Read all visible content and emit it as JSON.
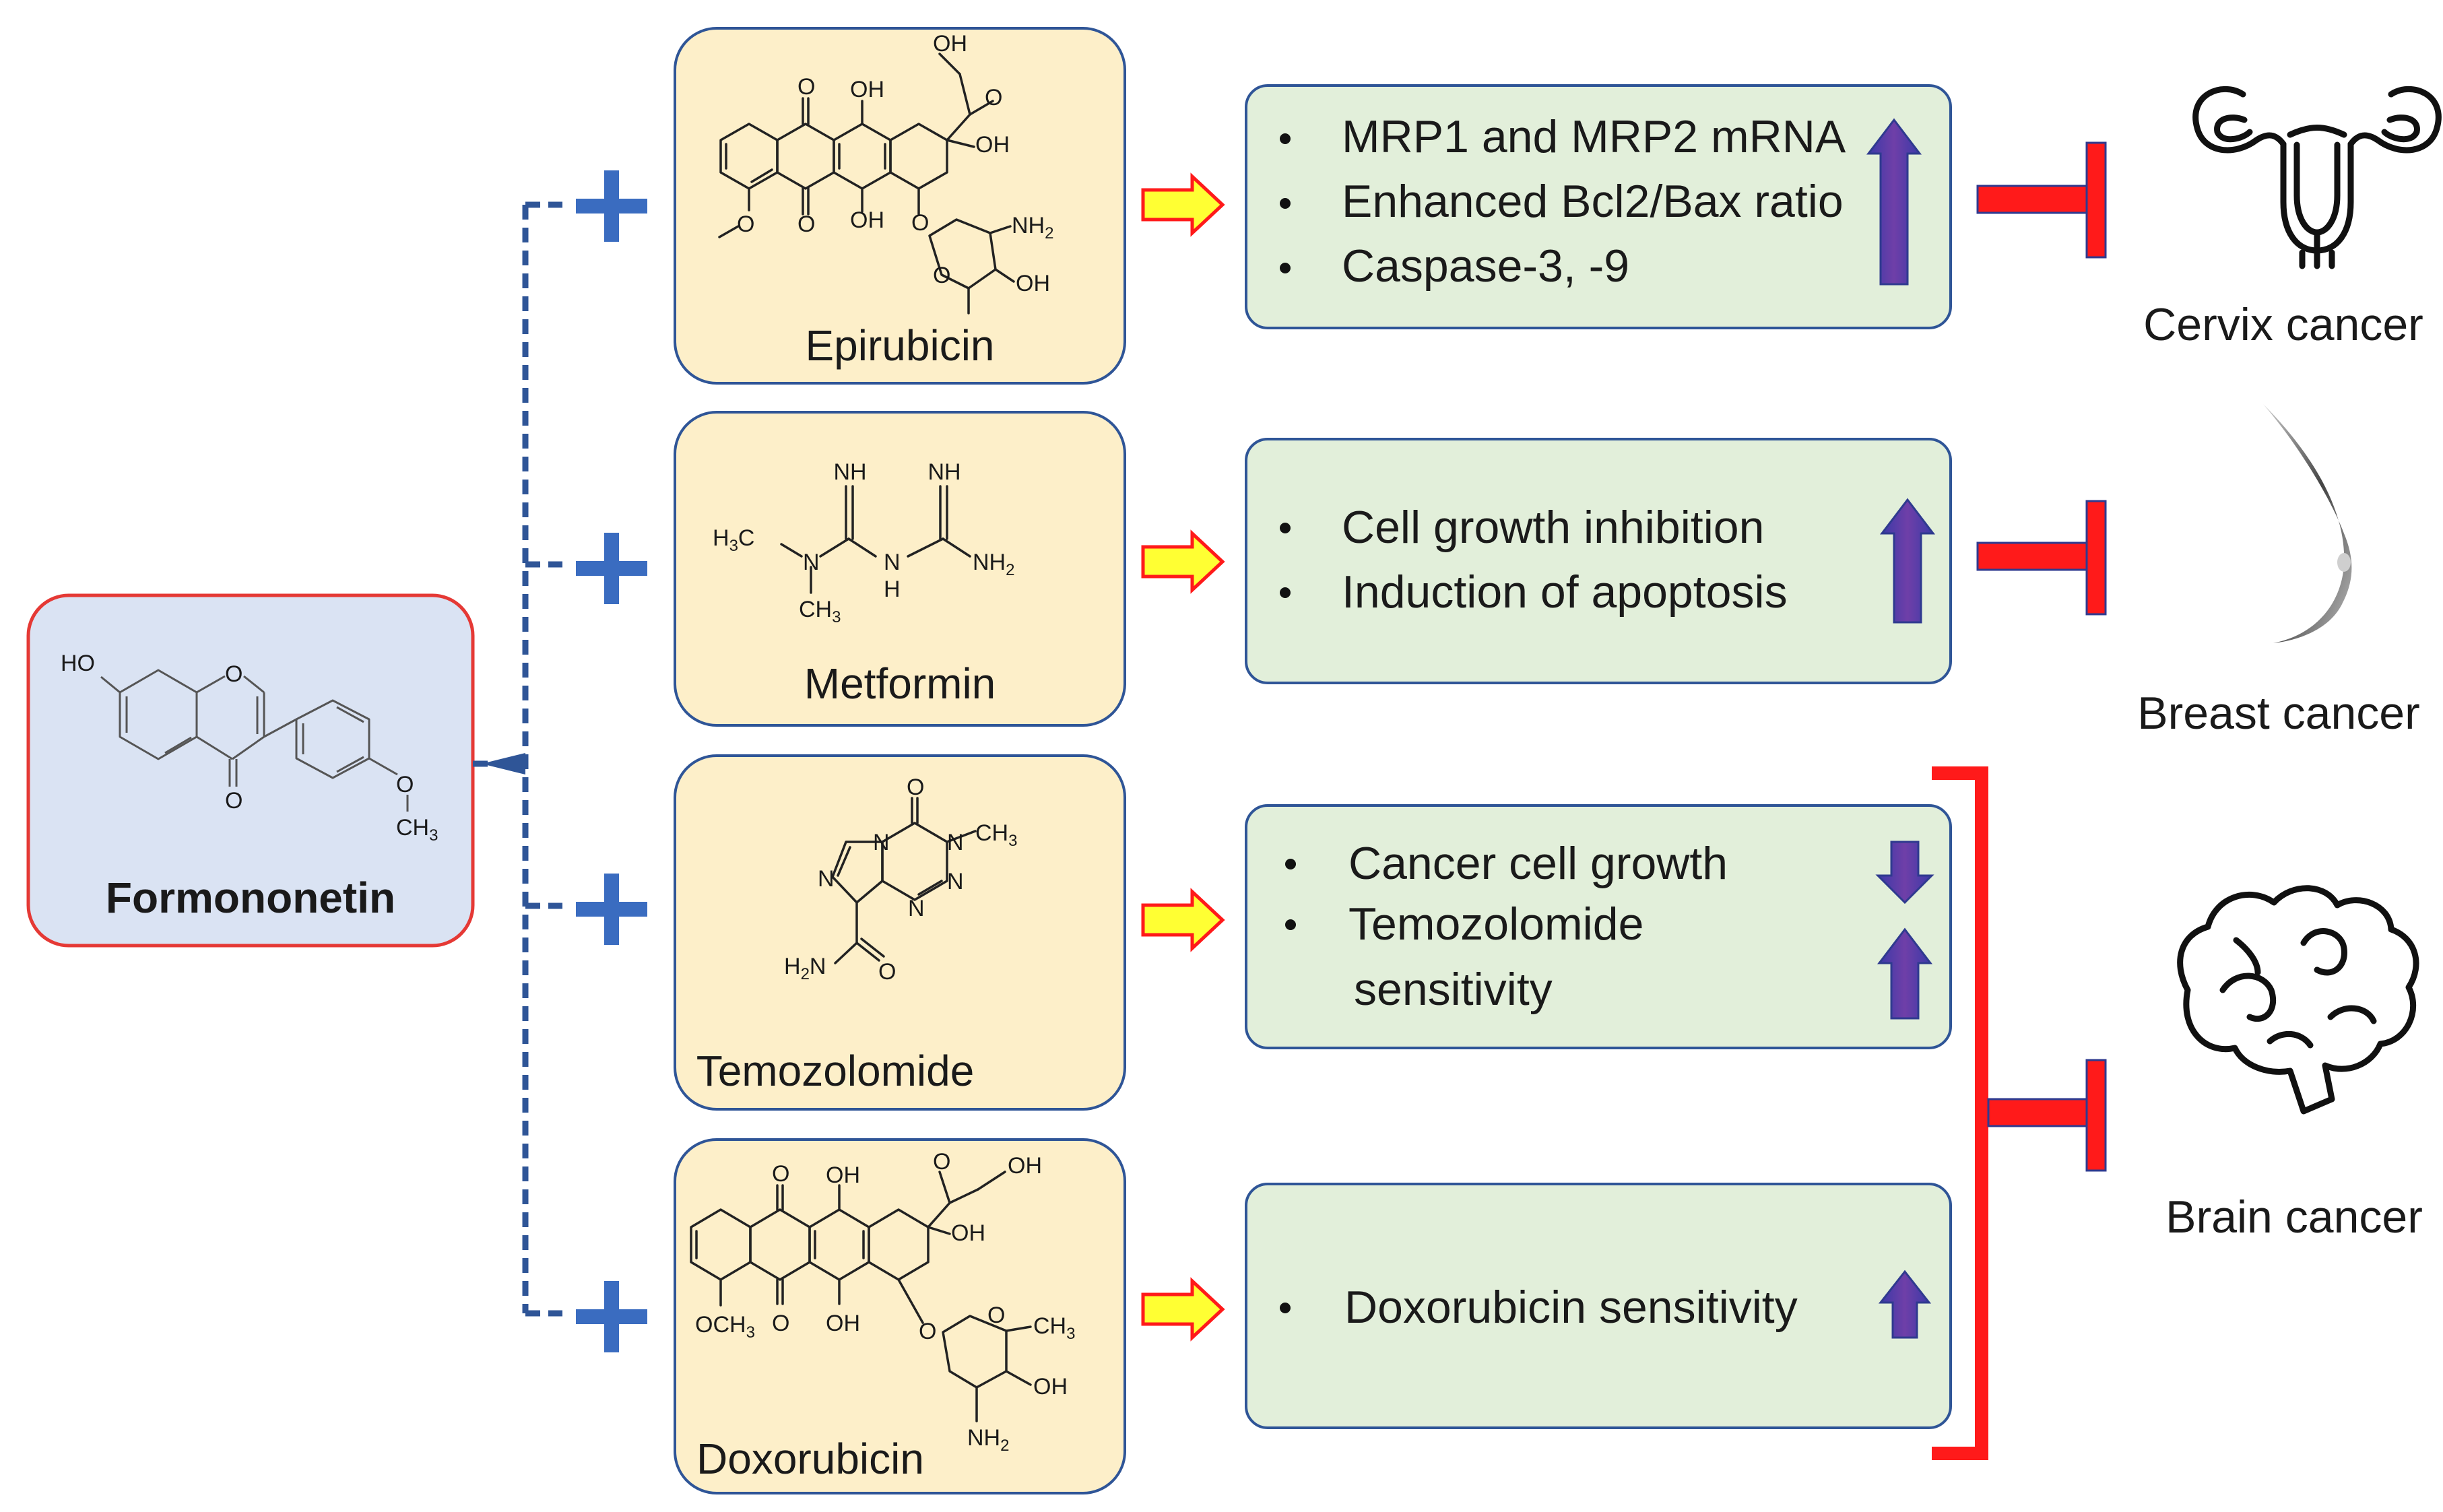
{
  "source": {
    "label": "Formononetin",
    "atoms": {
      "ho": "HO",
      "o1": "O",
      "o2": "O",
      "o3": "O",
      "ch3": "CH",
      "ch3_sub": "3"
    }
  },
  "drugs": [
    {
      "name": "Epirubicin",
      "atoms": {
        "oh1": "OH",
        "o_top": "O",
        "oh2": "OH",
        "o_ket": "O",
        "oh3": "OH",
        "o_mid": "O",
        "o_bot": "O",
        "oh4": "OH",
        "nh2": "NH",
        "nh2_sub": "2",
        "o_sugar": "O",
        "oh5": "OH",
        "o_link": "O"
      },
      "effects": [
        "MRP1 and MRP2 mRNA",
        "Enhanced Bcl2/Bax ratio",
        "Caspase-3, -9"
      ],
      "trend": "up",
      "cancer": "Cervix cancer"
    },
    {
      "name": "Metformin",
      "atoms": {
        "nh_a": "NH",
        "nh_b": "NH",
        "h3c": "H",
        "h3c_sub": "3",
        "h3c_c": "C",
        "n1": "N",
        "n2": "N",
        "h": "H",
        "nh2": "NH",
        "nh2_sub": "2",
        "ch3": "CH",
        "ch3_sub": "3"
      },
      "effects": [
        "Cell growth inhibition",
        "Induction of apoptosis"
      ],
      "trend": "up",
      "cancer": "Breast cancer"
    },
    {
      "name": "Temozolomide",
      "atoms": {
        "o_top": "O",
        "ch3": "CH",
        "ch3_sub": "3",
        "n1": "N",
        "n2": "N",
        "n3": "N",
        "n4": "N",
        "n5": "N",
        "h2n": "H",
        "h2n_sub": "2",
        "h2n_n": "N",
        "o_amide": "O"
      },
      "effects": [
        "Cancer cell growth",
        "Temozolomide",
        "sensitivity"
      ],
      "trends": [
        "down",
        "up"
      ]
    },
    {
      "name": "Doxorubicin",
      "atoms": {
        "o_top": "O",
        "oh_top": "OH",
        "oh_ch2": "OH",
        "o_ket": "O",
        "oh_ring": "OH",
        "och3": "OCH",
        "och3_sub": "3",
        "o_q": "O",
        "oh_bot": "OH",
        "o_link": "O",
        "o_sugar": "O",
        "ch3": "CH",
        "ch3_sub": "3",
        "oh_sugar": "OH",
        "nh2": "NH",
        "nh2_sub": "2"
      },
      "effects": [
        "Doxorubicin sensitivity"
      ],
      "trend": "up"
    }
  ],
  "brain_cancer": "Brain cancer",
  "colors": {
    "source_fill": "#dae3f3",
    "source_border": "#e53935",
    "drug_fill": "#fdefc9",
    "effect_fill": "#e2efda",
    "box_border": "#2f5597",
    "plus": "#3a6cc0",
    "dash": "#2f5597",
    "arrow_up": "#6a3fa0",
    "block": "#ff1a1a",
    "block_arrow_fill": "#ffff33"
  }
}
